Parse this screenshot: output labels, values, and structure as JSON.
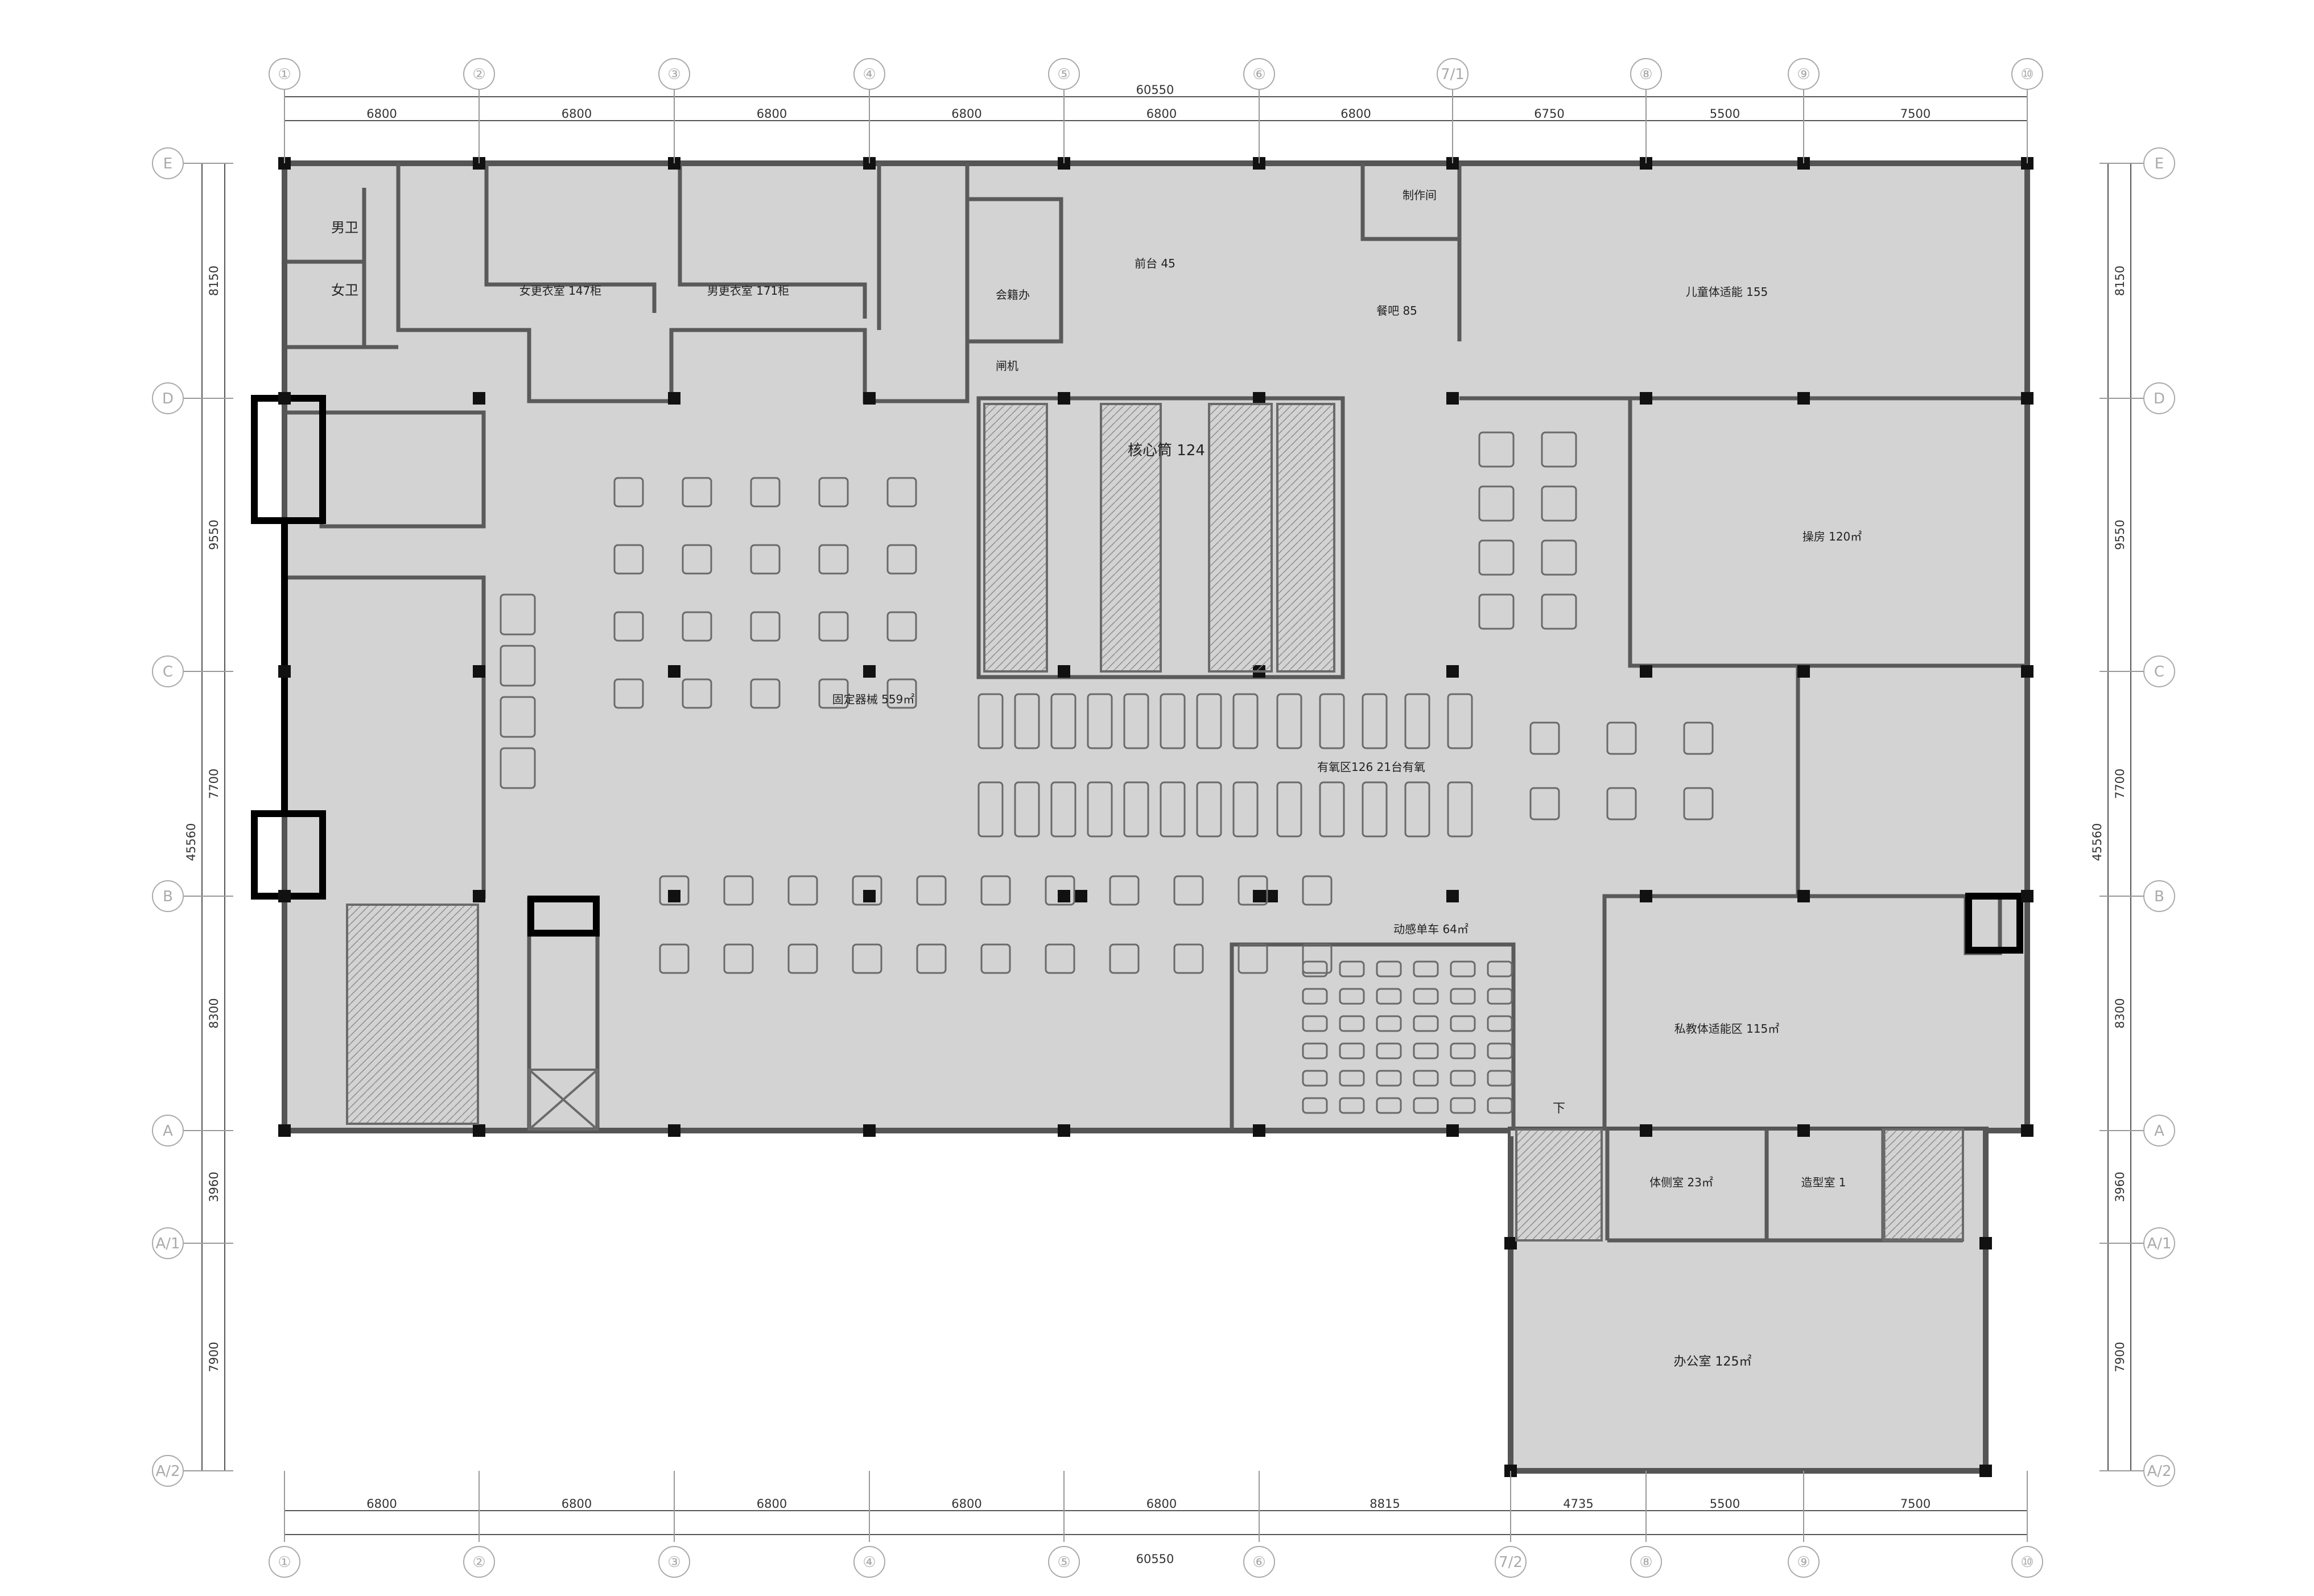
{
  "grid": {
    "columns_top": [
      "①",
      "②",
      "③",
      "④",
      "⑤",
      "⑥",
      "7/1",
      "⑧",
      "⑨",
      "⑩"
    ],
    "columns_bottom": [
      "①",
      "②",
      "③",
      "④",
      "⑤",
      "⑥",
      "7/2",
      "⑧",
      "⑨",
      "⑩"
    ],
    "rows": [
      "E",
      "D",
      "C",
      "B",
      "A",
      "A/1",
      "A/2"
    ]
  },
  "dimensions": {
    "top_total": "60550",
    "bottom_total": "60550",
    "top_spans": [
      "6800",
      "6800",
      "6800",
      "6800",
      "6800",
      "6800",
      "6750",
      "5500",
      "7500"
    ],
    "bottom_spans": [
      "6800",
      "6800",
      "6800",
      "6800",
      "6800",
      "8815",
      "4735",
      "5500",
      "7500"
    ],
    "side_spans": [
      "8150",
      "9550",
      "7700",
      "8300",
      "3960",
      "7900"
    ],
    "side_total": "45560"
  },
  "rooms": {
    "mens_wc": "男卫",
    "womens_wc": "女卫",
    "women_locker": "女更衣室 147柜",
    "men_locker": "男更衣室 171柜",
    "membership_office": "会籍办",
    "front_desk": "前台 45",
    "prep_room": "制作间",
    "juice_bar": "餐吧 85",
    "kids_fitness": "儿童体适能 155",
    "gate": "闸机",
    "core": "核心筒 124",
    "aerobics_room": "操房 120㎡",
    "strength_area": "固定器械 559㎡",
    "cardio_area": "有氧区126 21台有氧",
    "spin_room": "动感单车 64㎡",
    "personal_training": "私教体适能区 115㎡",
    "body_test": "体侧室 23㎡",
    "styling_room": "造型室 1",
    "office": "办公室 125㎡",
    "stair_down": "下"
  }
}
